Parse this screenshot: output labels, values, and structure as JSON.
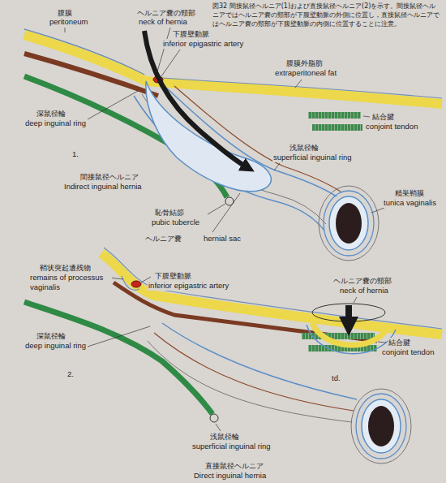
{
  "diagram": {
    "caption": "図32 間接鼠径ヘルニア(1)および直接鼠径ヘルニア(2)を示す。間接鼠径ヘルニアではヘルニア嚢の頸部が下腹壁動脈の外側に位置し，直接鼠径ヘルニアではヘルニア嚢の頸部が下腹壁動脈の内側に位置することに注意。",
    "labels": [
      "腹膜",
      "peritoneum",
      "ヘルニア嚢の頸部",
      "neck of hernia",
      "下腹壁動脈",
      "inferior epigastric artery",
      "腹膜外脂肪",
      "extraperitoneal fat",
      "深鼠径輪",
      "deep inguinal ring",
      "結合腱",
      "conjoint tendon",
      "1.",
      "浅鼠径輪",
      "superficial inguinal ring",
      "間接鼠径ヘルニア",
      "Indirect inguinal hernia",
      "精巣鞘膜",
      "tunica vaginalis",
      "恥骨結節",
      "pubic tubercle",
      "ヘルニア嚢",
      "hernial sac",
      "鞘状突起遺残物",
      "remains of processus vaginalis",
      "下腹壁動脈",
      "inferior epigastric artery",
      "ヘルニア嚢の頸部",
      "neck of hernia",
      "深鼠径輪",
      "deep inguinal ring",
      "結合腱",
      "conjoint tendon",
      "2.",
      "td.",
      "浅鼠径輪",
      "superficial inguinal ring",
      "直接鼠径ヘルニア",
      "Direct inguinal hernia"
    ]
  }
}
